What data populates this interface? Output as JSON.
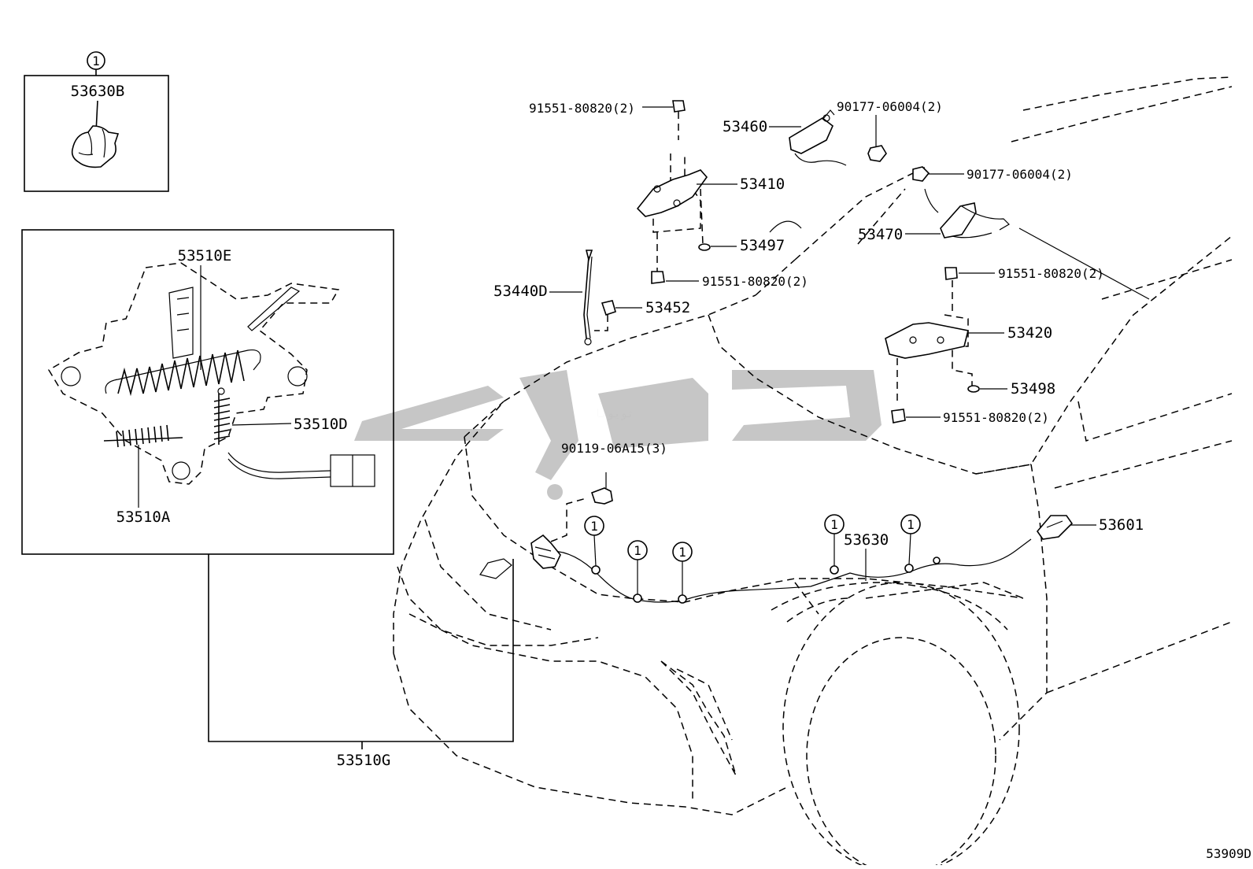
{
  "diagram": {
    "corner_code": "53909D",
    "watermark": "تویوتا",
    "callout_ref": "1",
    "labels": {
      "p53630B": "53630B",
      "p53510E": "53510E",
      "p53510D": "53510D",
      "p53510A": "53510A",
      "p53510G": "53510G",
      "p91551_a": "91551-80820(2)",
      "p90177_a": "90177-06004(2)",
      "p53460": "53460",
      "p53410": "53410",
      "p90177_b": "90177-06004(2)",
      "p53470": "53470",
      "p53497": "53497",
      "p91551_b": "91551-80820(2)",
      "p53440D": "53440D",
      "p53452": "53452",
      "p91551_c": "91551-80820(2)",
      "p53420": "53420",
      "p53498": "53498",
      "p91551_d": "91551-80820(2)",
      "p90119": "90119-06A15(3)",
      "p53630": "53630",
      "p53601": "53601"
    }
  }
}
